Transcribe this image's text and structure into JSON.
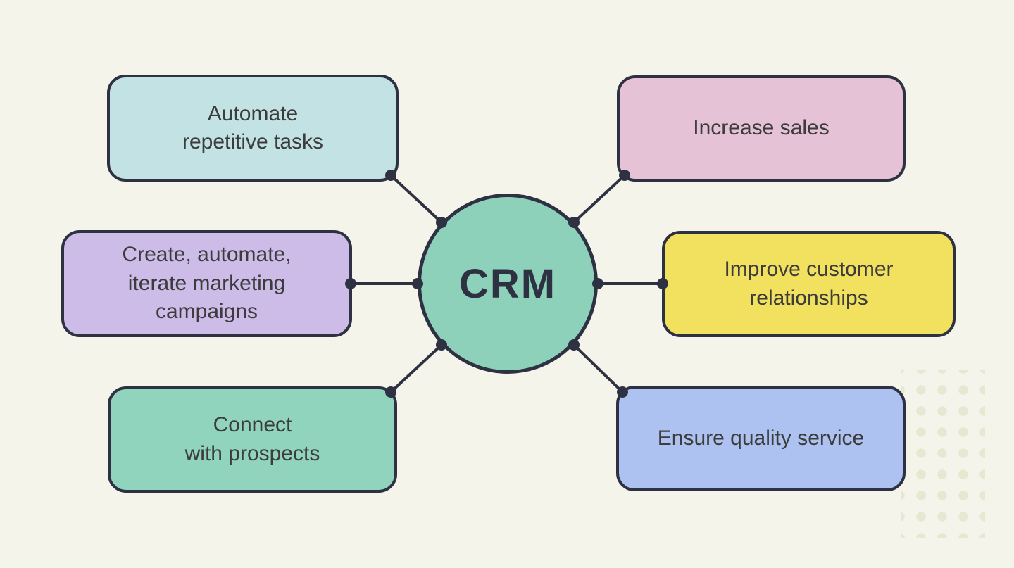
{
  "title": "CRM benefits diagram",
  "colors": {
    "background": "#F4F4EB",
    "line": "#2D3142",
    "node_border": "#2D3142",
    "node_text": "#3C3C3C",
    "center_text": "#2D3142",
    "dot_pattern": "#E8E7D2"
  },
  "center": {
    "id": "crm",
    "label": "CRM",
    "fill": "#8DD1BB"
  },
  "nodes": [
    {
      "id": "automate-tasks",
      "label": "Automate\nrepetitive tasks",
      "fill": "#C2E2E4"
    },
    {
      "id": "marketing-campaigns",
      "label": "Create, automate,\niterate marketing\ncampaigns",
      "fill": "#CDBCE8"
    },
    {
      "id": "connect-prospects",
      "label": "Connect\nwith prospects",
      "fill": "#90D4BE"
    },
    {
      "id": "increase-sales",
      "label": "Increase sales",
      "fill": "#E6C2D6"
    },
    {
      "id": "improve-relationships",
      "label": "Improve customer\nrelationships",
      "fill": "#F2E15F"
    },
    {
      "id": "quality-service",
      "label": "Ensure quality service",
      "fill": "#AEC2F2"
    }
  ],
  "edges": [
    {
      "from": "crm",
      "to": "automate-tasks"
    },
    {
      "from": "crm",
      "to": "marketing-campaigns"
    },
    {
      "from": "crm",
      "to": "connect-prospects"
    },
    {
      "from": "crm",
      "to": "increase-sales"
    },
    {
      "from": "crm",
      "to": "improve-relationships"
    },
    {
      "from": "crm",
      "to": "quality-service"
    }
  ]
}
